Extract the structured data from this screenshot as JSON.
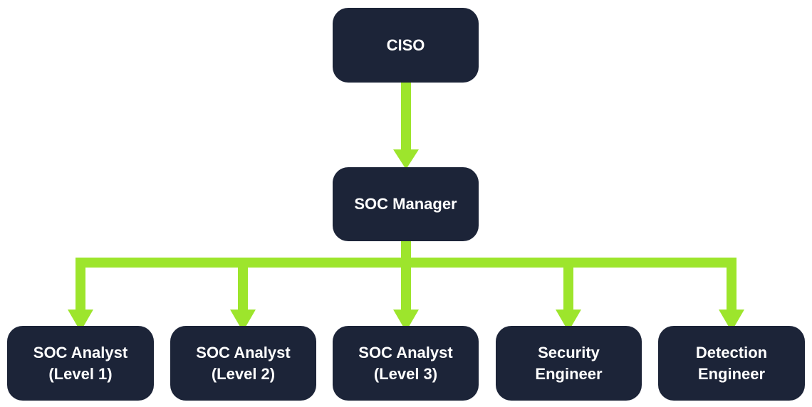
{
  "colors": {
    "node_bg": "#1c2438",
    "node_text": "#ffffff",
    "connector": "#9de52c",
    "background": "#ffffff"
  },
  "org_chart": {
    "root": {
      "line1": "CISO"
    },
    "manager": {
      "line1": "SOC Manager"
    },
    "reports": [
      {
        "line1": "SOC Analyst",
        "line2": "(Level 1)"
      },
      {
        "line1": "SOC Analyst",
        "line2": "(Level 2)"
      },
      {
        "line1": "SOC Analyst",
        "line2": "(Level 3)"
      },
      {
        "line1": "Security",
        "line2": "Engineer"
      },
      {
        "line1": "Detection",
        "line2": "Engineer"
      }
    ]
  }
}
